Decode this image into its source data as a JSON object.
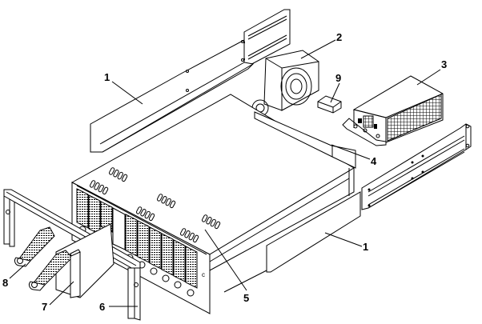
{
  "diagram": {
    "type": "exploded-view",
    "subject": "2U rack-mount chassis assembly",
    "colors": {
      "line": "#000000",
      "background": "#ffffff"
    },
    "callouts": [
      {
        "id": "c1a",
        "label": "1",
        "part": "rack-rail-left"
      },
      {
        "id": "c2",
        "label": "2",
        "part": "fan-assembly"
      },
      {
        "id": "c3",
        "label": "3",
        "part": "power-supply"
      },
      {
        "id": "c9",
        "label": "9",
        "part": "small-block"
      },
      {
        "id": "c4",
        "label": "4",
        "part": "internal-bracket"
      },
      {
        "id": "c1b",
        "label": "1",
        "part": "rack-rail-right"
      },
      {
        "id": "c5",
        "label": "5",
        "part": "chassis"
      },
      {
        "id": "c6",
        "label": "6",
        "part": "front-bezel"
      },
      {
        "id": "c7",
        "label": "7",
        "part": "drive-carrier"
      },
      {
        "id": "c8",
        "label": "8",
        "part": "drive-filler"
      }
    ]
  }
}
